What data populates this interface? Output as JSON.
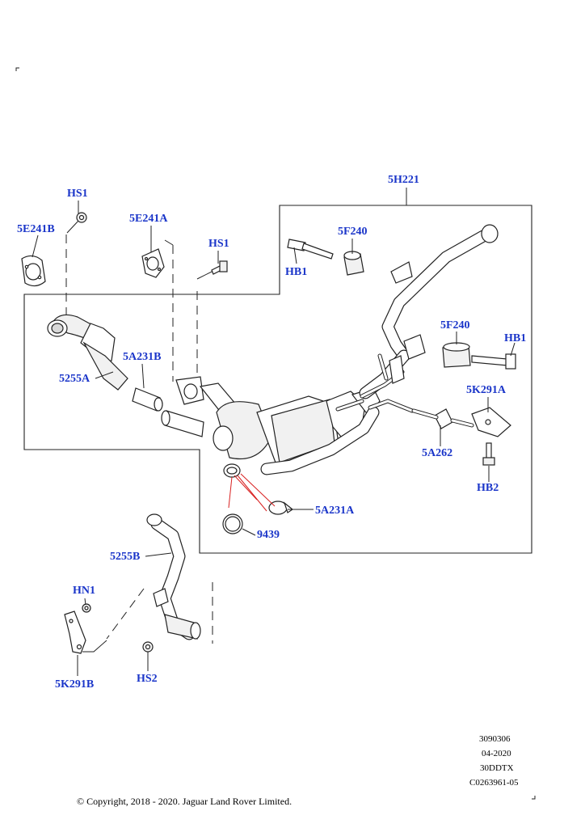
{
  "diagram": {
    "callouts": {
      "hs1_top": "HS1",
      "p5e241b": "5E241B",
      "p5e241a": "5E241A",
      "hs1_mid": "HS1",
      "p5h221": "5H221",
      "p5f240_top": "5F240",
      "hb1_left": "HB1",
      "p5f240_right": "5F240",
      "hb1_right": "HB1",
      "p5a231b": "5A231B",
      "p5255a": "5255A",
      "p5k291a": "5K291A",
      "p5a262": "5A262",
      "hb2": "HB2",
      "p5a231a": "5A231A",
      "p9439": "9439",
      "p5255b": "5255B",
      "hn1": "HN1",
      "p5k291b": "5K291B",
      "hs2": "HS2"
    },
    "reference": {
      "line1": "3090306",
      "line2": "04-2020",
      "line3": "30DDTX",
      "line4": "C0263961-05"
    },
    "copyright": "© Copyright, 2018 - 2020. Jaguar Land Rover Limited.",
    "colors": {
      "callout": "#1a35c9",
      "line": "#222222",
      "highlight_leader": "#d81f1f"
    }
  }
}
